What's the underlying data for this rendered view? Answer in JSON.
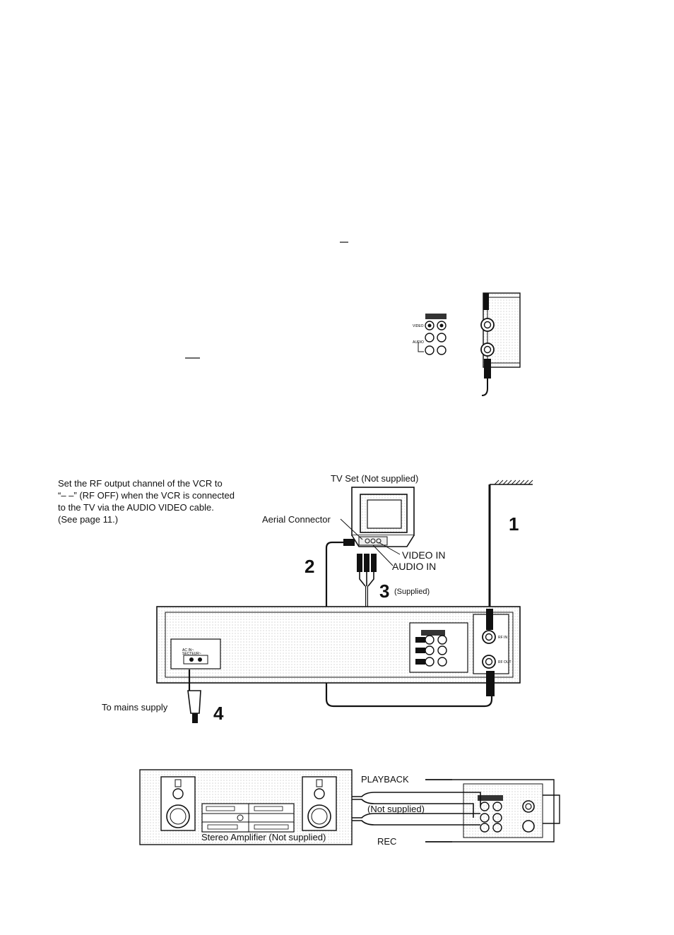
{
  "note_lines": [
    "Set the RF output channel of the VCR to",
    "“– –” (RF OFF) when the VCR is connected",
    "to the TV via the AUDIO VIDEO cable.",
    "(See page 11.)"
  ],
  "labels": {
    "tv_set": "TV Set (Not supplied)",
    "aerial_connector": "Aerial Connector",
    "video_in": "VIDEO IN",
    "audio_in": "AUDIO IN",
    "supplied": "(Supplied)",
    "mains": "To mains supply",
    "playback": "PLAYBACK",
    "not_supplied": "(Not supplied)",
    "rec": "REC",
    "amplifier": "Stereo Amplifier (Not supplied)"
  },
  "steps": {
    "s1": "1",
    "s2": "2",
    "s3": "3",
    "s4": "4"
  },
  "colors": {
    "line": "#111111",
    "panel": "#f2f2f2",
    "shade": "#e6e6e6"
  }
}
